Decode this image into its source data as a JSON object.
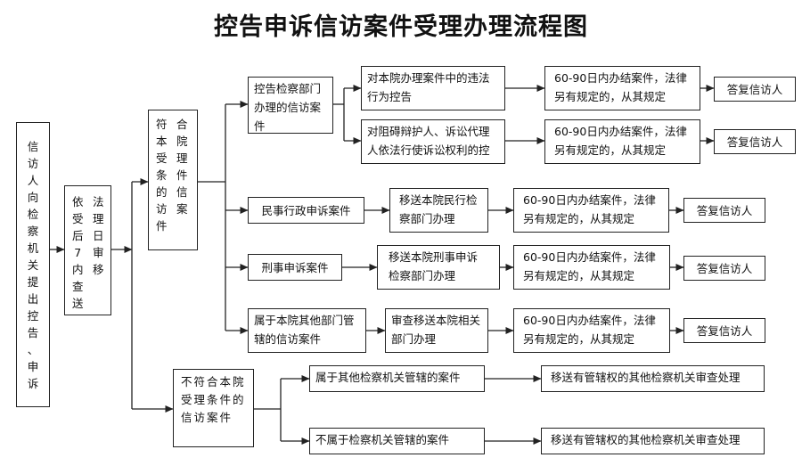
{
  "title": "控告申诉信访案件受理办理流程图",
  "nodes": {
    "petitioner": "信访人向检察机关提出控告、申诉",
    "accept_review": {
      "col_left": "依受后7内查送",
      "col_right": "法理日审移"
    },
    "eligible": {
      "col_left": "符本受条的访件",
      "col_right": "合院理件信案"
    },
    "ineligible": "不符合本院受理条件的信访案件",
    "control_dept": "控告检察部门办理的信访案件",
    "violation_complaint": "对本院办理案件中的违法行为控告",
    "obstruction_complaint": "对阻碍辩护人、诉讼代理人依法行使诉讼权利的控告",
    "civil_admin": "民事行政申诉案件",
    "criminal": "刑事申诉案件",
    "other_dept": "属于本院其他部门管辖的信访案件",
    "transfer_civil": "移送本院民行检察部门办理",
    "transfer_criminal": "移送本院刑事申诉检察部门办理",
    "transfer_other": "审查移送本院相关部门办理",
    "deadline": "60-90日内办结案件，法律另有规定的，从其规定",
    "reply": "答复信访人",
    "other_organ": "属于其他检察机关管辖的案件",
    "not_organ": "不属于检察机关管辖的案件",
    "transfer_organ": "移送有管辖权的其他检察机关审查处理"
  }
}
